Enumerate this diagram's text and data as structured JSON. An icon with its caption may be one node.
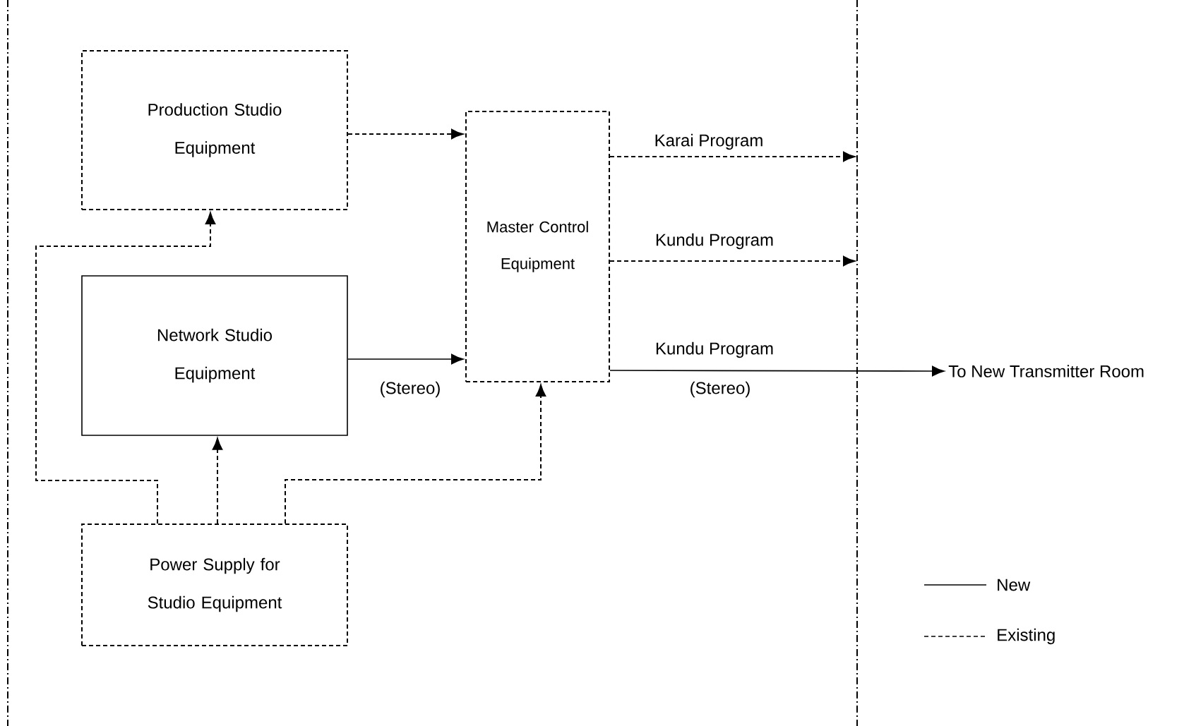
{
  "diagram": {
    "nodes": [
      {
        "text": [
          "Production Studio Equipment"
        ]
      },
      {
        "text": [
          "Network Studio Equipment"
        ]
      },
      {
        "text": [
          "Master Control Equipment"
        ]
      },
      {
        "text": [
          "Power Supply for Studio Equipment"
        ]
      },
      {
        "text": [
          "To New Transmitter Room"
        ]
      }
    ],
    "edges": [
      {
        "from": 0,
        "to": 2,
        "arrow": "to",
        "style": "dashed"
      },
      {
        "from": 1,
        "to": 2,
        "arrow": "to",
        "label": "(Stereo)"
      },
      {
        "from": 2,
        "to": null,
        "arrow": "to",
        "style": "dashed",
        "label": "Karai Program"
      },
      {
        "from": 2,
        "to": null,
        "arrow": "to",
        "style": "dashed",
        "label": "Kundu Program"
      },
      {
        "from": 2,
        "to": 4,
        "arrow": "to",
        "label": "Kundu Program"
      },
      {
        "from": 3,
        "to": 0,
        "arrow": "to",
        "style": "dashed"
      },
      {
        "from": 3,
        "to": 1,
        "arrow": "to",
        "style": "dashed"
      },
      {
        "from": 3,
        "to": 2,
        "arrow": "to",
        "style": "dashed"
      }
    ],
    "labels": [
      "(Stereo)"
    ],
    "legend": [
      {
        "text": "New"
      },
      {
        "text": "Existing"
      }
    ]
  }
}
